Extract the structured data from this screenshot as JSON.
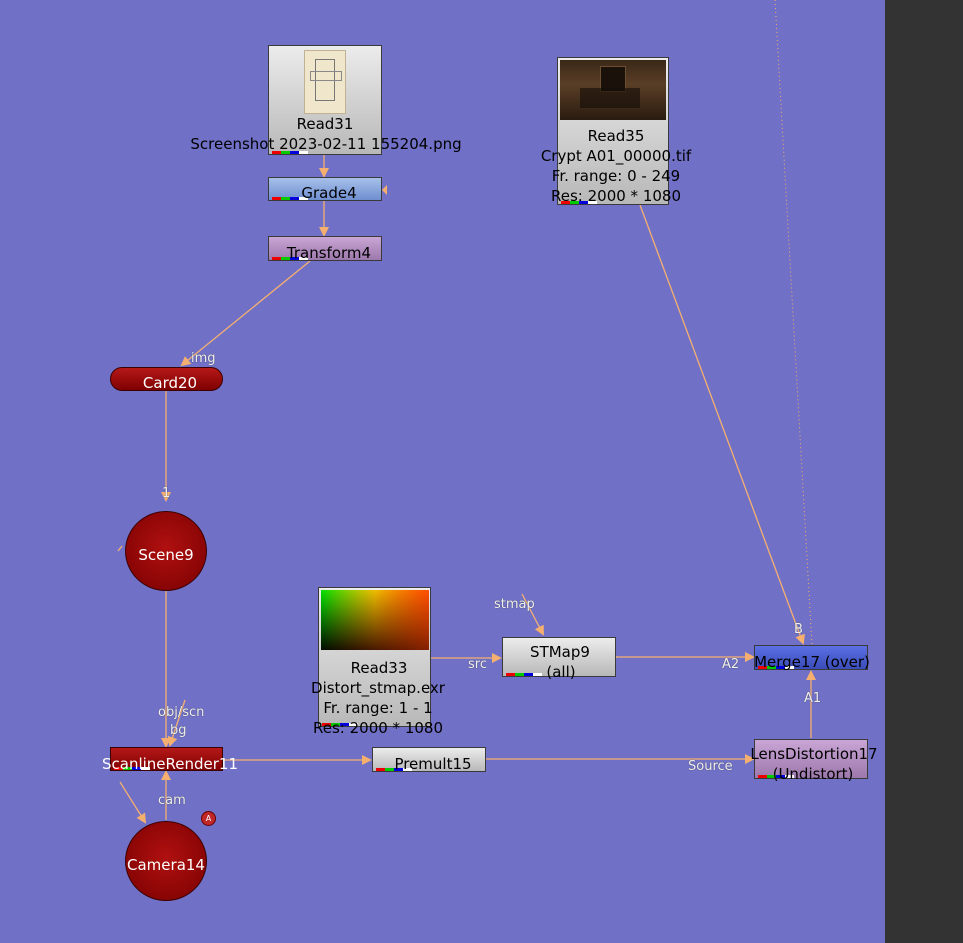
{
  "nodes": {
    "read31": {
      "name": "Read31",
      "file": "Screenshot 2023-02-11 155204.png"
    },
    "grade4": {
      "name": "Grade4"
    },
    "transform4": {
      "name": "Transform4"
    },
    "card20": {
      "name": "Card20"
    },
    "scene9": {
      "name": "Scene9"
    },
    "scanline": {
      "name": "ScanlineRender11"
    },
    "camera14": {
      "name": "Camera14",
      "badge": "A"
    },
    "read33": {
      "name": "Read33",
      "file": "Distort_stmap.exr",
      "range": "Fr. range:  1 - 1",
      "res": "Res: 2000 * 1080"
    },
    "premult15": {
      "name": "Premult15"
    },
    "stmap9": {
      "name": "STMap9",
      "sub": "(all)"
    },
    "read35": {
      "name": "Read35",
      "file": "Crypt A01_00000.tif",
      "range": "Fr. range:  0 - 249",
      "res": "Res: 2000 * 1080"
    },
    "merge17": {
      "name": "Merge17 (over)"
    },
    "lens17": {
      "name": "LensDistortion17",
      "sub": "(Undistort)"
    }
  },
  "inputs": {
    "img": "img",
    "one": "1",
    "obj_scn": "obj/scn",
    "bg": "bg",
    "cam": "cam",
    "stmap": "stmap",
    "src": "src",
    "b": "B",
    "a2": "A2",
    "a1": "A1",
    "source": "Source"
  },
  "colors": {
    "canvas": "#7070c6",
    "wire": "#f5b070",
    "read_node": "#c8c8c8",
    "color_node": "#7f9fd8",
    "transform_node": "#b48ec0",
    "geo_node": "#9a0606",
    "merge_node": "#4a5fd0"
  }
}
